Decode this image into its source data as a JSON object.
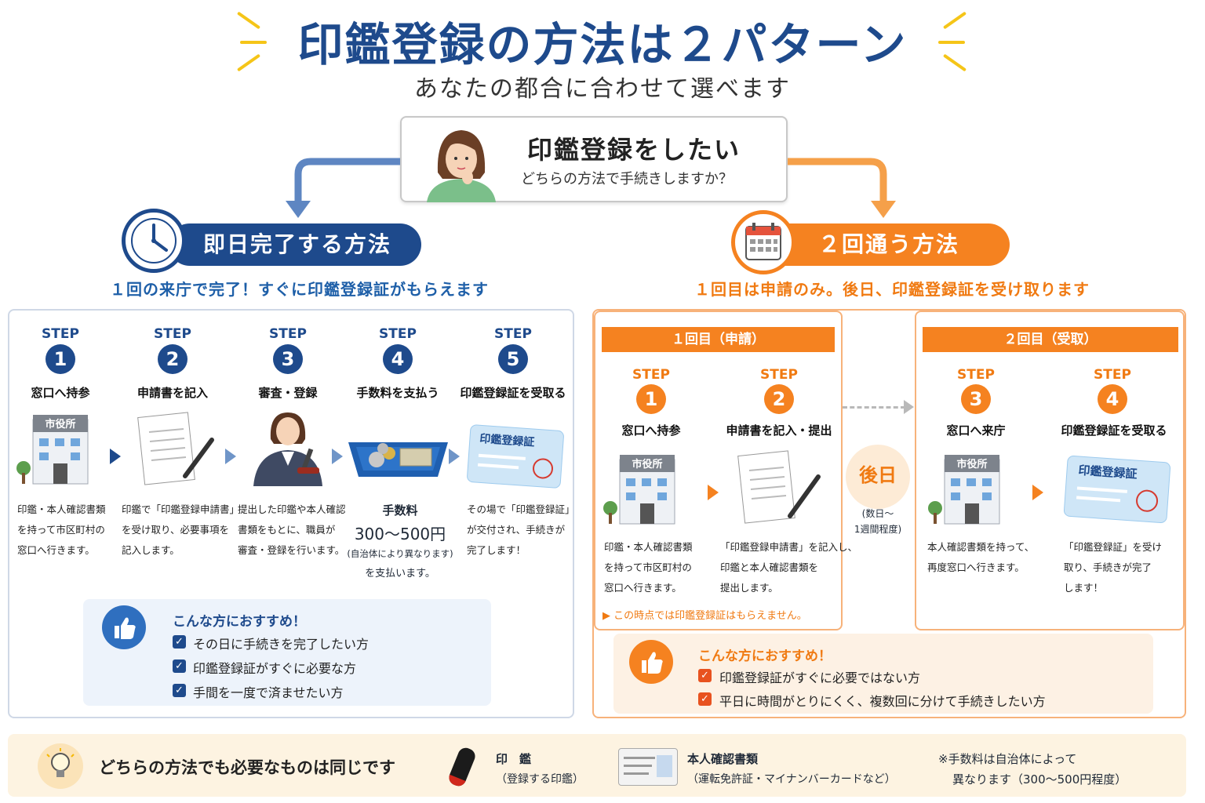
{
  "header": {
    "title": "印鑑登録の方法は２パターン",
    "subtitle": "あなたの都合に合わせて選べます"
  },
  "question": {
    "title": "印鑑登録をしたい",
    "subtitle": "どちらの方法で手続きしますか？"
  },
  "left": {
    "label": "即日完了する方法",
    "lead": "１回の来庁で完了！すぐに印鑑登録証がもらえます",
    "step_word": "STEP",
    "steps": [
      {
        "num": "1",
        "name": "窓口へ持参",
        "desc": [
          "印鑑・本人確認書類",
          "を持って市区町村の",
          "窓口へ行きます。"
        ],
        "sign": "市役所"
      },
      {
        "num": "2",
        "name": "申請書を記入",
        "desc": [
          "印鑑で「印鑑登録申請書」",
          "を受け取り、必要事項を",
          "記入します。"
        ]
      },
      {
        "num": "3",
        "name": "審査・登録",
        "desc": [
          "提出した印鑑や本人確認",
          "書類をもとに、職員が",
          "審査・登録を行います。"
        ]
      },
      {
        "num": "4",
        "name": "手数料を支払う",
        "fee_label": "手数料",
        "fee_amount": "300〜500円",
        "fee_note": "(自治体により異なります)",
        "fee_tail": "を支払います。"
      },
      {
        "num": "5",
        "name": "印鑑登録証を受取る",
        "card": "印鑑登録証",
        "desc": [
          "その場で「印鑑登録証」",
          "が交付され、手続きが",
          "完了します！"
        ]
      }
    ],
    "reco_title": "こんな方におすすめ！",
    "reco": [
      "その日に手続きを完了したい方",
      "印鑑登録証がすぐに必要な方",
      "手間を一度で済ませたい方"
    ]
  },
  "right": {
    "label": "２回通う方法",
    "lead": "１回目は申請のみ。後日、印鑑登録証を受け取ります",
    "visit1": "１回目（申請）",
    "visit2": "２回目（受取）",
    "step_word": "STEP",
    "steps": [
      {
        "num": "1",
        "name": "窓口へ持参",
        "desc": [
          "印鑑・本人確認書類",
          "を持って市区町村の",
          "窓口へ行きます。"
        ],
        "sign": "市役所"
      },
      {
        "num": "2",
        "name": "申請書を記入・提出",
        "desc": [
          "「印鑑登録申請書」を記入し、",
          "印鑑と本人確認書類を",
          "提出します。"
        ]
      },
      {
        "num": "3",
        "name": "窓口へ来庁",
        "desc": [
          "本人確認書類を持って、",
          "再度窓口へ行きます。"
        ],
        "sign": "市役所"
      },
      {
        "num": "4",
        "name": "印鑑登録証を受取る",
        "card": "印鑑登録証",
        "desc": [
          "「印鑑登録証」を受け",
          "取り、手続きが完了",
          "します！"
        ]
      }
    ],
    "note": "▶ この時点では印鑑登録証はもらえません。",
    "later": "後日",
    "later_note": [
      "(数日〜",
      "1週間程度)"
    ],
    "reco_title": "こんな方におすすめ！",
    "reco": [
      "印鑑登録証がすぐに必要ではない方",
      "平日に時間がとりにくく、複数回に分けて手続きしたい方"
    ]
  },
  "footer": {
    "text": "どちらの方法でも必要なものは同じです",
    "item1_title": "印　鑑",
    "item1_sub": "（登録する印鑑）",
    "item2_title": "本人確認書類",
    "item2_sub": "（運転免許証・マイナンバーカードなど）",
    "note1": "※手数料は自治体によって",
    "note2": "異なります（300〜500円程度）"
  },
  "colors": {
    "navy": "#1e4a8c",
    "orange": "#f58220",
    "yellow": "#f5c518"
  },
  "icons": [
    "clock-icon",
    "calendar-icon",
    "thumbs-up-icon",
    "lightbulb-icon",
    "check-icon",
    "seal-icon",
    "id-card-icon"
  ]
}
